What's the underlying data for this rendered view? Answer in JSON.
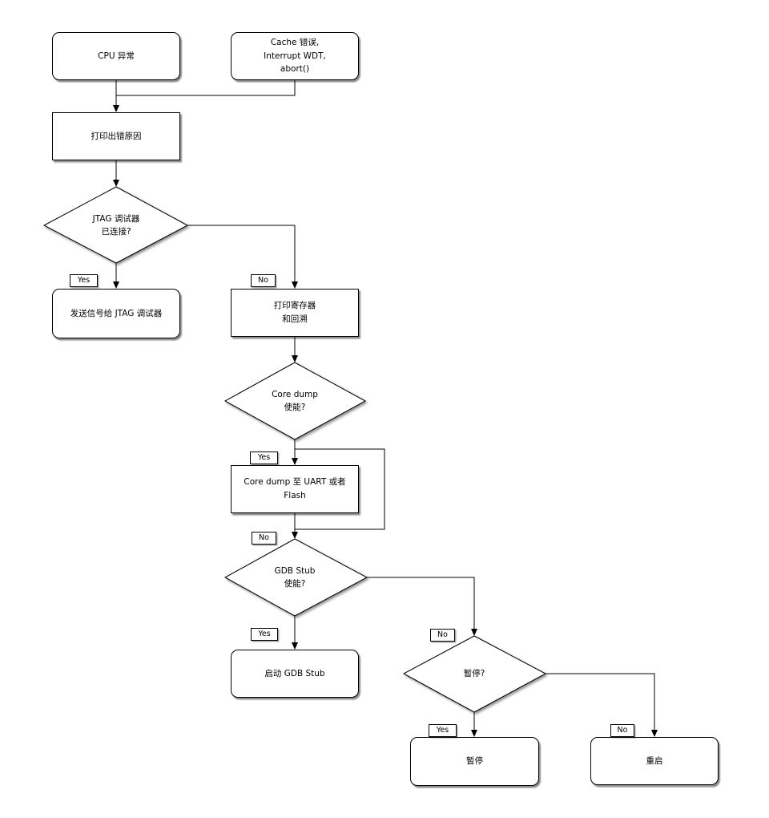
{
  "nodes": {
    "cpu_exception": "CPU 异常",
    "cache_error": "Cache 错误,\nInterrupt WDT,\nabort()",
    "print_error_reason": "打印出错原因",
    "jtag_debugger_connected": "JTAG 调试器\n已连接?",
    "send_signal_to_jtag": "发送信号给 JTAG 调试器",
    "print_registers_backtrace": "打印寄存器\n和回溯",
    "core_dump_enabled": "Core dump\n使能?",
    "core_dump_to_uart_flash": "Core dump 至 UART 或者 Flash",
    "gdb_stub_enabled": "GDB Stub\n使能?",
    "start_gdb_stub": "启动 GDB Stub",
    "halt_question": "暂停?",
    "halt": "暂停",
    "reboot": "重启"
  },
  "edge_labels": {
    "yes": "Yes",
    "no": "No"
  },
  "colors": {
    "background": "#ffffff",
    "node_fill": "#ffffff",
    "stroke": "#000000",
    "shadow_rgba": "rgba(0,0,0,0.45)"
  }
}
